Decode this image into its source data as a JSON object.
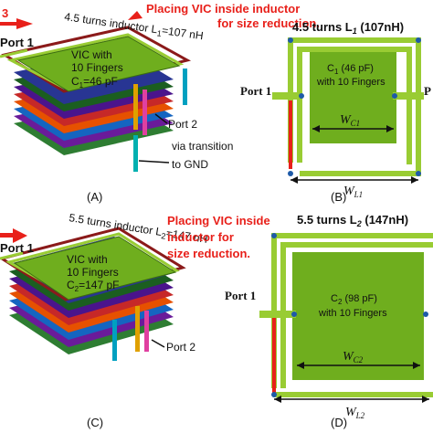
{
  "panel_a": {
    "arrow_number": "3",
    "inductor_label": "4.5 turns inductor L",
    "inductor_sub": "1",
    "inductor_value": "=107 nH",
    "callout": "Placing VIC inside inductor",
    "callout_line2": "for size reduction.",
    "vic_line1": "VIC with",
    "vic_line2": "10 Fingers",
    "cap_label": "C",
    "cap_sub": "1",
    "cap_value": "=46 pF",
    "port1": "Port 1",
    "port2": "Port 2",
    "via_line1": "via transition",
    "via_line2": "to GND",
    "caption": "(A)"
  },
  "panel_b": {
    "title": "4.5 turns L",
    "title_sub": "1",
    "title_value": " (107nH)",
    "cap_line1": "C",
    "cap_sub": "1",
    "cap_value": " (46 pF)",
    "cap_line2": "with 10 Fingers",
    "port1": "Port 1",
    "port2_partial": "P",
    "wc": "W",
    "wc_sub": "C1",
    "wl": "W",
    "wl_sub": "L1",
    "caption": "(B)"
  },
  "panel_c": {
    "inductor_label": "5.5 turns inductor L",
    "inductor_sub": "2",
    "inductor_value": "=147 nH",
    "callout": "Placing VIC inside",
    "callout_line2": "inductor for",
    "callout_line3": "size reduction.",
    "vic_line1": "VIC with",
    "vic_line2": "10 Fingers",
    "cap_label": "C",
    "cap_sub": "2",
    "cap_value": "=147 pF",
    "port1": "Port 1",
    "port2": "Port 2",
    "caption": "(C)"
  },
  "panel_d": {
    "title": "5.5 turns L",
    "title_sub": "2",
    "title_value": " (147nH)",
    "cap_line1": "C",
    "cap_sub": "2",
    "cap_value": " (98 pF)",
    "cap_line2": "with 10 Fingers",
    "port1": "Port 1",
    "wc": "W",
    "wc_sub": "C2",
    "wl": "W",
    "wl_sub": "L2",
    "caption": "(D)"
  },
  "colors": {
    "plate": "#6fae1e",
    "trace": "#99cc33",
    "red": "#e8201a",
    "dark_red": "#8b1a1a",
    "callout": "#e8201a"
  }
}
